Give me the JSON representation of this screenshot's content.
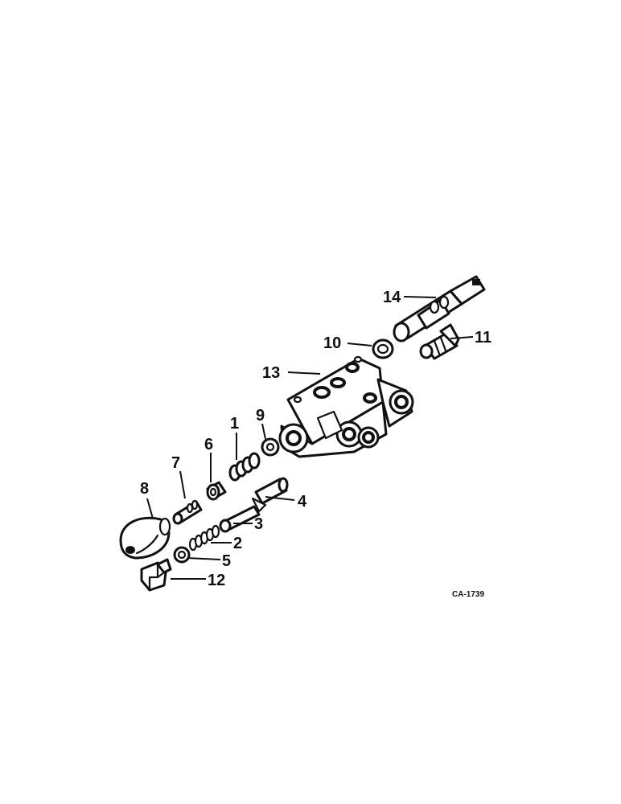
{
  "diagram": {
    "drawing_code": "CA-1739",
    "callouts": [
      {
        "id": "p1",
        "label": "1"
      },
      {
        "id": "p2",
        "label": "2"
      },
      {
        "id": "p3",
        "label": "3"
      },
      {
        "id": "p4",
        "label": "4"
      },
      {
        "id": "p5",
        "label": "5"
      },
      {
        "id": "p6",
        "label": "6"
      },
      {
        "id": "p7",
        "label": "7"
      },
      {
        "id": "p8",
        "label": "8"
      },
      {
        "id": "p9",
        "label": "9"
      },
      {
        "id": "p10",
        "label": "10"
      },
      {
        "id": "p11",
        "label": "11"
      },
      {
        "id": "p12",
        "label": "12"
      },
      {
        "id": "p13",
        "label": "13"
      },
      {
        "id": "p14",
        "label": "14"
      }
    ]
  }
}
